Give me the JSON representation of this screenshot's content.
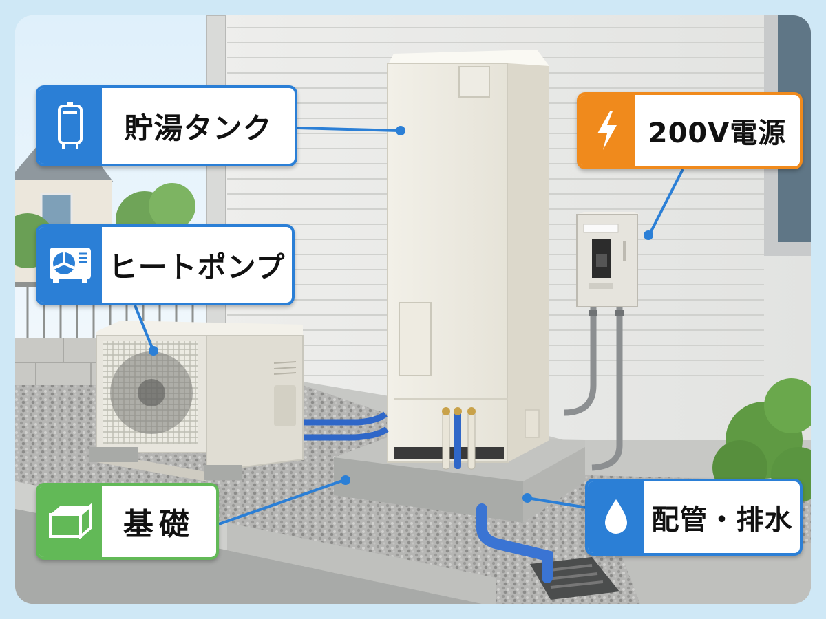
{
  "labels": {
    "tank": "貯湯タンク",
    "heat_pump": "ヒートポンプ",
    "foundation": "基礎",
    "power": "200V電源",
    "piping": "配管・排水"
  },
  "colors": {
    "blue": "#2b7fd6",
    "green": "#62b957",
    "orange": "#f08a1c"
  },
  "icons": {
    "tank": "water-tank-icon",
    "heat_pump": "heat-pump-fan-icon",
    "foundation": "concrete-block-icon",
    "power": "lightning-bolt-icon",
    "piping": "water-drop-icon"
  }
}
